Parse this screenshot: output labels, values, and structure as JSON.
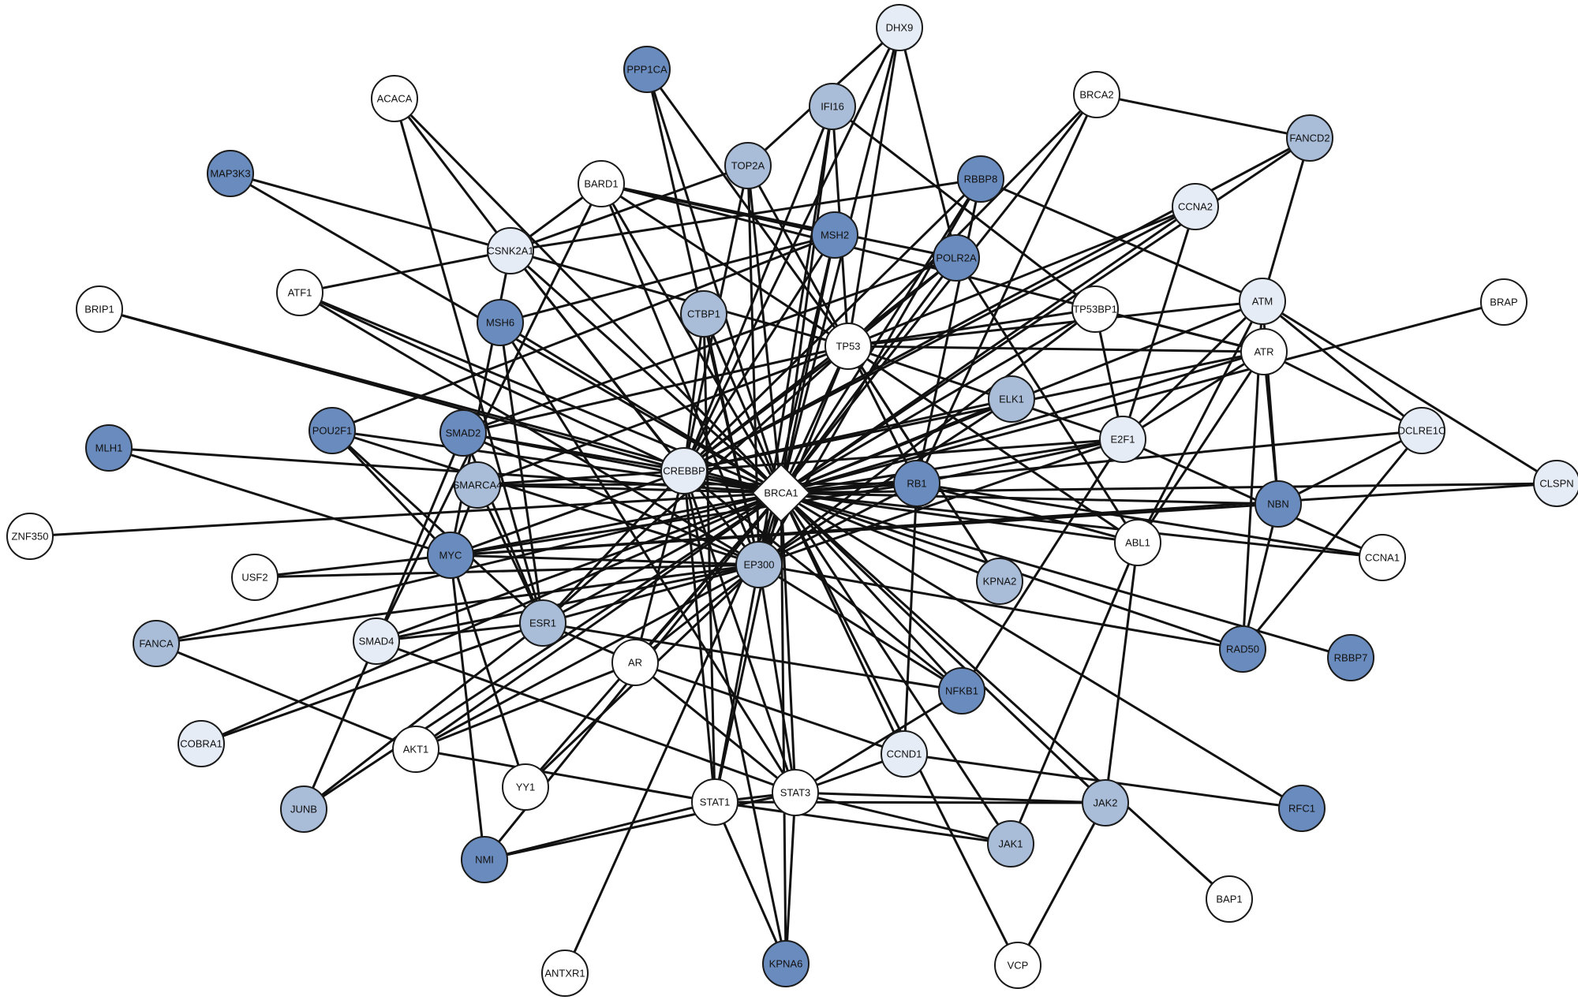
{
  "colors": {
    "white": "#ffffff",
    "light": "#e6ecf5",
    "mid": "#a9bdd9",
    "dark": "#6a8bbd",
    "edge": "#111111"
  },
  "nodes": [
    {
      "id": "BRCA1",
      "label": "BRCA1",
      "shade": "white",
      "shape": "diamond"
    },
    {
      "id": "DHX9",
      "label": "DHX9",
      "shade": "light"
    },
    {
      "id": "PPP1CA",
      "label": "PPP1CA",
      "shade": "dark"
    },
    {
      "id": "IFI16",
      "label": "IFI16",
      "shade": "mid"
    },
    {
      "id": "ACACA",
      "label": "ACACA",
      "shade": "white"
    },
    {
      "id": "BRCA2",
      "label": "BRCA2",
      "shade": "white"
    },
    {
      "id": "FANCD2",
      "label": "FANCD2",
      "shade": "mid"
    },
    {
      "id": "MAP3K3",
      "label": "MAP3K3",
      "shade": "dark"
    },
    {
      "id": "TOP2A",
      "label": "TOP2A",
      "shade": "mid"
    },
    {
      "id": "RBBP8",
      "label": "RBBP8",
      "shade": "dark"
    },
    {
      "id": "BARD1",
      "label": "BARD1",
      "shade": "white"
    },
    {
      "id": "CCNA2",
      "label": "CCNA2",
      "shade": "light"
    },
    {
      "id": "MSH2",
      "label": "MSH2",
      "shade": "dark"
    },
    {
      "id": "CSNK2A1",
      "label": "CSNK2A1",
      "shade": "light"
    },
    {
      "id": "POLR2A",
      "label": "POLR2A",
      "shade": "dark"
    },
    {
      "id": "ATF1",
      "label": "ATF1",
      "shade": "white"
    },
    {
      "id": "BRIP1",
      "label": "BRIP1",
      "shade": "white"
    },
    {
      "id": "ATM",
      "label": "ATM",
      "shade": "light"
    },
    {
      "id": "BRAP",
      "label": "BRAP",
      "shade": "white"
    },
    {
      "id": "MSH6",
      "label": "MSH6",
      "shade": "dark"
    },
    {
      "id": "CTBP1",
      "label": "CTBP1",
      "shade": "mid"
    },
    {
      "id": "TP53BP1",
      "label": "TP53BP1",
      "shade": "white"
    },
    {
      "id": "TP53",
      "label": "TP53",
      "shade": "white"
    },
    {
      "id": "ATR",
      "label": "ATR",
      "shade": "white"
    },
    {
      "id": "ELK1",
      "label": "ELK1",
      "shade": "mid"
    },
    {
      "id": "MLH1",
      "label": "MLH1",
      "shade": "dark"
    },
    {
      "id": "POU2F1",
      "label": "POU2F1",
      "shade": "dark"
    },
    {
      "id": "SMAD2",
      "label": "SMAD2",
      "shade": "dark"
    },
    {
      "id": "E2F1",
      "label": "E2F1",
      "shade": "light"
    },
    {
      "id": "DCLRE1C",
      "label": "DCLRE1C",
      "shade": "light"
    },
    {
      "id": "CREBBP",
      "label": "CREBBP",
      "shade": "light"
    },
    {
      "id": "SMARCA4",
      "label": "SMARCA4",
      "shade": "mid"
    },
    {
      "id": "RB1",
      "label": "RB1",
      "shade": "dark"
    },
    {
      "id": "CLSPN",
      "label": "CLSPN",
      "shade": "light"
    },
    {
      "id": "ZNF350",
      "label": "ZNF350",
      "shade": "white"
    },
    {
      "id": "NBN",
      "label": "NBN",
      "shade": "dark"
    },
    {
      "id": "ABL1",
      "label": "ABL1",
      "shade": "white"
    },
    {
      "id": "MYC",
      "label": "MYC",
      "shade": "dark"
    },
    {
      "id": "USF2",
      "label": "USF2",
      "shade": "white"
    },
    {
      "id": "EP300",
      "label": "EP300",
      "shade": "mid"
    },
    {
      "id": "CCNA1",
      "label": "CCNA1",
      "shade": "white"
    },
    {
      "id": "KPNA2",
      "label": "KPNA2",
      "shade": "mid"
    },
    {
      "id": "FANCA",
      "label": "FANCA",
      "shade": "mid"
    },
    {
      "id": "ESR1",
      "label": "ESR1",
      "shade": "mid"
    },
    {
      "id": "SMAD4",
      "label": "SMAD4",
      "shade": "light"
    },
    {
      "id": "AR",
      "label": "AR",
      "shade": "white"
    },
    {
      "id": "RAD50",
      "label": "RAD50",
      "shade": "dark"
    },
    {
      "id": "RBBP7",
      "label": "RBBP7",
      "shade": "dark"
    },
    {
      "id": "NFKB1",
      "label": "NFKB1",
      "shade": "dark"
    },
    {
      "id": "COBRA1",
      "label": "COBRA1",
      "shade": "light"
    },
    {
      "id": "AKT1",
      "label": "AKT1",
      "shade": "white"
    },
    {
      "id": "CCND1",
      "label": "CCND1",
      "shade": "light"
    },
    {
      "id": "JUNB",
      "label": "JUNB",
      "shade": "mid"
    },
    {
      "id": "YY1",
      "label": "YY1",
      "shade": "white"
    },
    {
      "id": "STAT1",
      "label": "STAT1",
      "shade": "white"
    },
    {
      "id": "STAT3",
      "label": "STAT3",
      "shade": "white"
    },
    {
      "id": "JAK2",
      "label": "JAK2",
      "shade": "mid"
    },
    {
      "id": "RFC1",
      "label": "RFC1",
      "shade": "dark"
    },
    {
      "id": "JAK1",
      "label": "JAK1",
      "shade": "mid"
    },
    {
      "id": "NMI",
      "label": "NMI",
      "shade": "dark"
    },
    {
      "id": "BAP1",
      "label": "BAP1",
      "shade": "white"
    },
    {
      "id": "ANTXR1",
      "label": "ANTXR1",
      "shade": "white"
    },
    {
      "id": "KPNA6",
      "label": "KPNA6",
      "shade": "dark"
    },
    {
      "id": "VCP",
      "label": "VCP",
      "shade": "white"
    }
  ],
  "edges": [
    [
      "BRCA1",
      "DHX9"
    ],
    [
      "BRCA1",
      "PPP1CA"
    ],
    [
      "BRCA1",
      "IFI16"
    ],
    [
      "BRCA1",
      "ACACA"
    ],
    [
      "BRCA1",
      "BRCA2"
    ],
    [
      "BRCA1",
      "FANCD2"
    ],
    [
      "BRCA1",
      "MAP3K3"
    ],
    [
      "BRCA1",
      "TOP2A"
    ],
    [
      "BRCA1",
      "RBBP8"
    ],
    [
      "BRCA1",
      "BARD1"
    ],
    [
      "BRCA1",
      "CCNA2"
    ],
    [
      "BRCA1",
      "MSH2"
    ],
    [
      "BRCA1",
      "CSNK2A1"
    ],
    [
      "BRCA1",
      "POLR2A"
    ],
    [
      "BRCA1",
      "ATF1"
    ],
    [
      "BRCA1",
      "BRIP1"
    ],
    [
      "BRCA1",
      "ATM"
    ],
    [
      "BRCA1",
      "BRAP"
    ],
    [
      "BRCA1",
      "MSH6"
    ],
    [
      "BRCA1",
      "CTBP1"
    ],
    [
      "BRCA1",
      "TP53BP1"
    ],
    [
      "BRCA1",
      "TP53"
    ],
    [
      "BRCA1",
      "ATR"
    ],
    [
      "BRCA1",
      "ELK1"
    ],
    [
      "BRCA1",
      "MLH1"
    ],
    [
      "BRCA1",
      "POU2F1"
    ],
    [
      "BRCA1",
      "SMAD2"
    ],
    [
      "BRCA1",
      "E2F1"
    ],
    [
      "BRCA1",
      "DCLRE1C"
    ],
    [
      "BRCA1",
      "CREBBP"
    ],
    [
      "BRCA1",
      "SMARCA4"
    ],
    [
      "BRCA1",
      "RB1"
    ],
    [
      "BRCA1",
      "CLSPN"
    ],
    [
      "BRCA1",
      "ZNF350"
    ],
    [
      "BRCA1",
      "NBN"
    ],
    [
      "BRCA1",
      "ABL1"
    ],
    [
      "BRCA1",
      "MYC"
    ],
    [
      "BRCA1",
      "EP300"
    ],
    [
      "BRCA1",
      "CCNA1"
    ],
    [
      "BRCA1",
      "KPNA2"
    ],
    [
      "BRCA1",
      "FANCA"
    ],
    [
      "BRCA1",
      "ESR1"
    ],
    [
      "BRCA1",
      "SMAD4"
    ],
    [
      "BRCA1",
      "AR"
    ],
    [
      "BRCA1",
      "RAD50"
    ],
    [
      "BRCA1",
      "RBBP7"
    ],
    [
      "BRCA1",
      "NFKB1"
    ],
    [
      "BRCA1",
      "COBRA1"
    ],
    [
      "BRCA1",
      "AKT1"
    ],
    [
      "BRCA1",
      "CCND1"
    ],
    [
      "BRCA1",
      "JUNB"
    ],
    [
      "BRCA1",
      "YY1"
    ],
    [
      "BRCA1",
      "STAT1"
    ],
    [
      "BRCA1",
      "STAT3"
    ],
    [
      "BRCA1",
      "JAK2"
    ],
    [
      "BRCA1",
      "RFC1"
    ],
    [
      "BRCA1",
      "JAK1"
    ],
    [
      "BRCA1",
      "NMI"
    ],
    [
      "BRCA1",
      "BAP1"
    ],
    [
      "BRCA1",
      "ANTXR1"
    ],
    [
      "BRCA1",
      "KPNA6"
    ],
    [
      "BRCA1",
      "VCP"
    ],
    [
      "DHX9",
      "TOP2A"
    ],
    [
      "DHX9",
      "TP53"
    ],
    [
      "DHX9",
      "POLR2A"
    ],
    [
      "DHX9",
      "CREBBP"
    ],
    [
      "PPP1CA",
      "EP300"
    ],
    [
      "PPP1CA",
      "TP53"
    ],
    [
      "IFI16",
      "CREBBP"
    ],
    [
      "IFI16",
      "TP53"
    ],
    [
      "IFI16",
      "TP53BP1"
    ],
    [
      "IFI16",
      "EP300"
    ],
    [
      "ACACA",
      "CSNK2A1"
    ],
    [
      "ACACA",
      "ESR1"
    ],
    [
      "BRCA2",
      "FANCD2"
    ],
    [
      "BRCA2",
      "TP53"
    ],
    [
      "BRCA2",
      "RB1"
    ],
    [
      "FANCD2",
      "ATM"
    ],
    [
      "FANCD2",
      "CREBBP"
    ],
    [
      "MAP3K3",
      "CSNK2A1"
    ],
    [
      "TOP2A",
      "CSNK2A1"
    ],
    [
      "TOP2A",
      "TP53"
    ],
    [
      "TOP2A",
      "EP300"
    ],
    [
      "TOP2A",
      "CREBBP"
    ],
    [
      "RBBP8",
      "CSNK2A1"
    ],
    [
      "RBBP8",
      "ATM"
    ],
    [
      "RBBP8",
      "CREBBP"
    ],
    [
      "RBBP8",
      "RB1"
    ],
    [
      "RBBP8",
      "EP300"
    ],
    [
      "BARD1",
      "CSNK2A1"
    ],
    [
      "BARD1",
      "TP53"
    ],
    [
      "BARD1",
      "ATR"
    ],
    [
      "BARD1",
      "MSH2"
    ],
    [
      "BARD1",
      "POLR2A"
    ],
    [
      "BARD1",
      "EP300"
    ],
    [
      "BARD1",
      "SMAD4"
    ],
    [
      "CCNA2",
      "TP53"
    ],
    [
      "CCNA2",
      "E2F1"
    ],
    [
      "CCNA2",
      "CREBBP"
    ],
    [
      "MSH2",
      "MSH6"
    ],
    [
      "MSH2",
      "CREBBP"
    ],
    [
      "MSH2",
      "POU2F1"
    ],
    [
      "MSH2",
      "EP300"
    ],
    [
      "CSNK2A1",
      "ATF1"
    ],
    [
      "CSNK2A1",
      "TP53"
    ],
    [
      "CSNK2A1",
      "MYC"
    ],
    [
      "CSNK2A1",
      "EP300"
    ],
    [
      "CSNK2A1",
      "CREBBP"
    ],
    [
      "POLR2A",
      "ABL1"
    ],
    [
      "POLR2A",
      "TP53"
    ],
    [
      "POLR2A",
      "SMAD2"
    ],
    [
      "POLR2A",
      "CREBBP"
    ],
    [
      "ATF1",
      "CREBBP"
    ],
    [
      "ATF1",
      "EP300"
    ],
    [
      "BRIP1",
      "CREBBP"
    ],
    [
      "ATM",
      "TP53"
    ],
    [
      "ATM",
      "NBN"
    ],
    [
      "ATM",
      "ABL1"
    ],
    [
      "ATM",
      "E2F1"
    ],
    [
      "ATM",
      "DCLRE1C"
    ],
    [
      "ATM",
      "CLSPN"
    ],
    [
      "ATM",
      "RAD50"
    ],
    [
      "MSH6",
      "ESR1"
    ],
    [
      "MSH6",
      "STAT3"
    ],
    [
      "CTBP1",
      "CREBBP"
    ],
    [
      "CTBP1",
      "EP300"
    ],
    [
      "CTBP1",
      "STAT1"
    ],
    [
      "TP53BP1",
      "TP53"
    ],
    [
      "TP53BP1",
      "ATR"
    ],
    [
      "TP53BP1",
      "E2F1"
    ],
    [
      "TP53BP1",
      "EP300"
    ],
    [
      "TP53",
      "ATR"
    ],
    [
      "TP53",
      "E2F1"
    ],
    [
      "TP53",
      "CREBBP"
    ],
    [
      "TP53",
      "EP300"
    ],
    [
      "TP53",
      "RB1"
    ],
    [
      "TP53",
      "ESR1"
    ],
    [
      "TP53",
      "KPNA2"
    ],
    [
      "TP53",
      "ABL1"
    ],
    [
      "TP53",
      "SMAD2"
    ],
    [
      "TP53",
      "SMARCA4"
    ],
    [
      "ATR",
      "NBN"
    ],
    [
      "ATR",
      "E2F1"
    ],
    [
      "ATR",
      "CREBBP"
    ],
    [
      "ATR",
      "DCLRE1C"
    ],
    [
      "ATR",
      "ABL1"
    ],
    [
      "ELK1",
      "CREBBP"
    ],
    [
      "ELK1",
      "EP300"
    ],
    [
      "MLH1",
      "MYC"
    ],
    [
      "POU2F1",
      "MYC"
    ],
    [
      "POU2F1",
      "ESR1"
    ],
    [
      "POU2F1",
      "EP300"
    ],
    [
      "SMAD2",
      "SMAD4"
    ],
    [
      "SMAD2",
      "CREBBP"
    ],
    [
      "SMAD2",
      "EP300"
    ],
    [
      "SMAD2",
      "ESR1"
    ],
    [
      "E2F1",
      "RB1"
    ],
    [
      "E2F1",
      "CREBBP"
    ],
    [
      "E2F1",
      "EP300"
    ],
    [
      "E2F1",
      "NFKB1"
    ],
    [
      "E2F1",
      "CCNA1"
    ],
    [
      "DCLRE1C",
      "NBN"
    ],
    [
      "DCLRE1C",
      "RAD50"
    ],
    [
      "CREBBP",
      "SMARCA4"
    ],
    [
      "CREBBP",
      "MYC"
    ],
    [
      "CREBBP",
      "ESR1"
    ],
    [
      "CREBBP",
      "STAT1"
    ],
    [
      "CREBBP",
      "STAT3"
    ],
    [
      "CREBBP",
      "NFKB1"
    ],
    [
      "CREBBP",
      "KPNA6"
    ],
    [
      "CREBBP",
      "AR"
    ],
    [
      "SMARCA4",
      "RB1"
    ],
    [
      "SMARCA4",
      "ESR1"
    ],
    [
      "SMARCA4",
      "MYC"
    ],
    [
      "RB1",
      "MYC"
    ],
    [
      "RB1",
      "CCND1"
    ],
    [
      "RB1",
      "EP300"
    ],
    [
      "RB1",
      "ABL1"
    ],
    [
      "RB1",
      "CCNA1"
    ],
    [
      "CLSPN",
      "MYC"
    ],
    [
      "NBN",
      "RAD50"
    ],
    [
      "NBN",
      "MYC"
    ],
    [
      "ABL1",
      "JAK1"
    ],
    [
      "ABL1",
      "JAK2"
    ],
    [
      "MYC",
      "USF2"
    ],
    [
      "MYC",
      "NMI"
    ],
    [
      "MYC",
      "YY1"
    ],
    [
      "MYC",
      "EP300"
    ],
    [
      "USF2",
      "EP300"
    ],
    [
      "EP300",
      "ESR1"
    ],
    [
      "EP300",
      "SMAD4"
    ],
    [
      "EP300",
      "STAT1"
    ],
    [
      "EP300",
      "STAT3"
    ],
    [
      "EP300",
      "AR"
    ],
    [
      "EP300",
      "NFKB1"
    ],
    [
      "EP300",
      "YY1"
    ],
    [
      "EP300",
      "RAD50"
    ],
    [
      "EP300",
      "AKT1"
    ],
    [
      "EP300",
      "FANCA"
    ],
    [
      "KPNA2",
      "TP53"
    ],
    [
      "FANCA",
      "AKT1"
    ],
    [
      "ESR1",
      "AR"
    ],
    [
      "ESR1",
      "NFKB1"
    ],
    [
      "ESR1",
      "JUNB"
    ],
    [
      "ESR1",
      "SMAD4"
    ],
    [
      "SMAD4",
      "JUNB"
    ],
    [
      "SMAD4",
      "STAT3"
    ],
    [
      "AR",
      "AKT1"
    ],
    [
      "AR",
      "STAT3"
    ],
    [
      "AR",
      "CCND1"
    ],
    [
      "NFKB1",
      "STAT3"
    ],
    [
      "COBRA1",
      "ESR1"
    ],
    [
      "AKT1",
      "STAT1"
    ],
    [
      "CCND1",
      "STAT3"
    ],
    [
      "CCND1",
      "RFC1"
    ],
    [
      "STAT1",
      "STAT3"
    ],
    [
      "STAT1",
      "JAK1"
    ],
    [
      "STAT1",
      "JAK2"
    ],
    [
      "STAT1",
      "NMI"
    ],
    [
      "STAT1",
      "KPNA6"
    ],
    [
      "STAT3",
      "JAK1"
    ],
    [
      "STAT3",
      "JAK2"
    ],
    [
      "STAT3",
      "NMI"
    ],
    [
      "STAT3",
      "KPNA6"
    ],
    [
      "JAK2",
      "VCP"
    ]
  ]
}
